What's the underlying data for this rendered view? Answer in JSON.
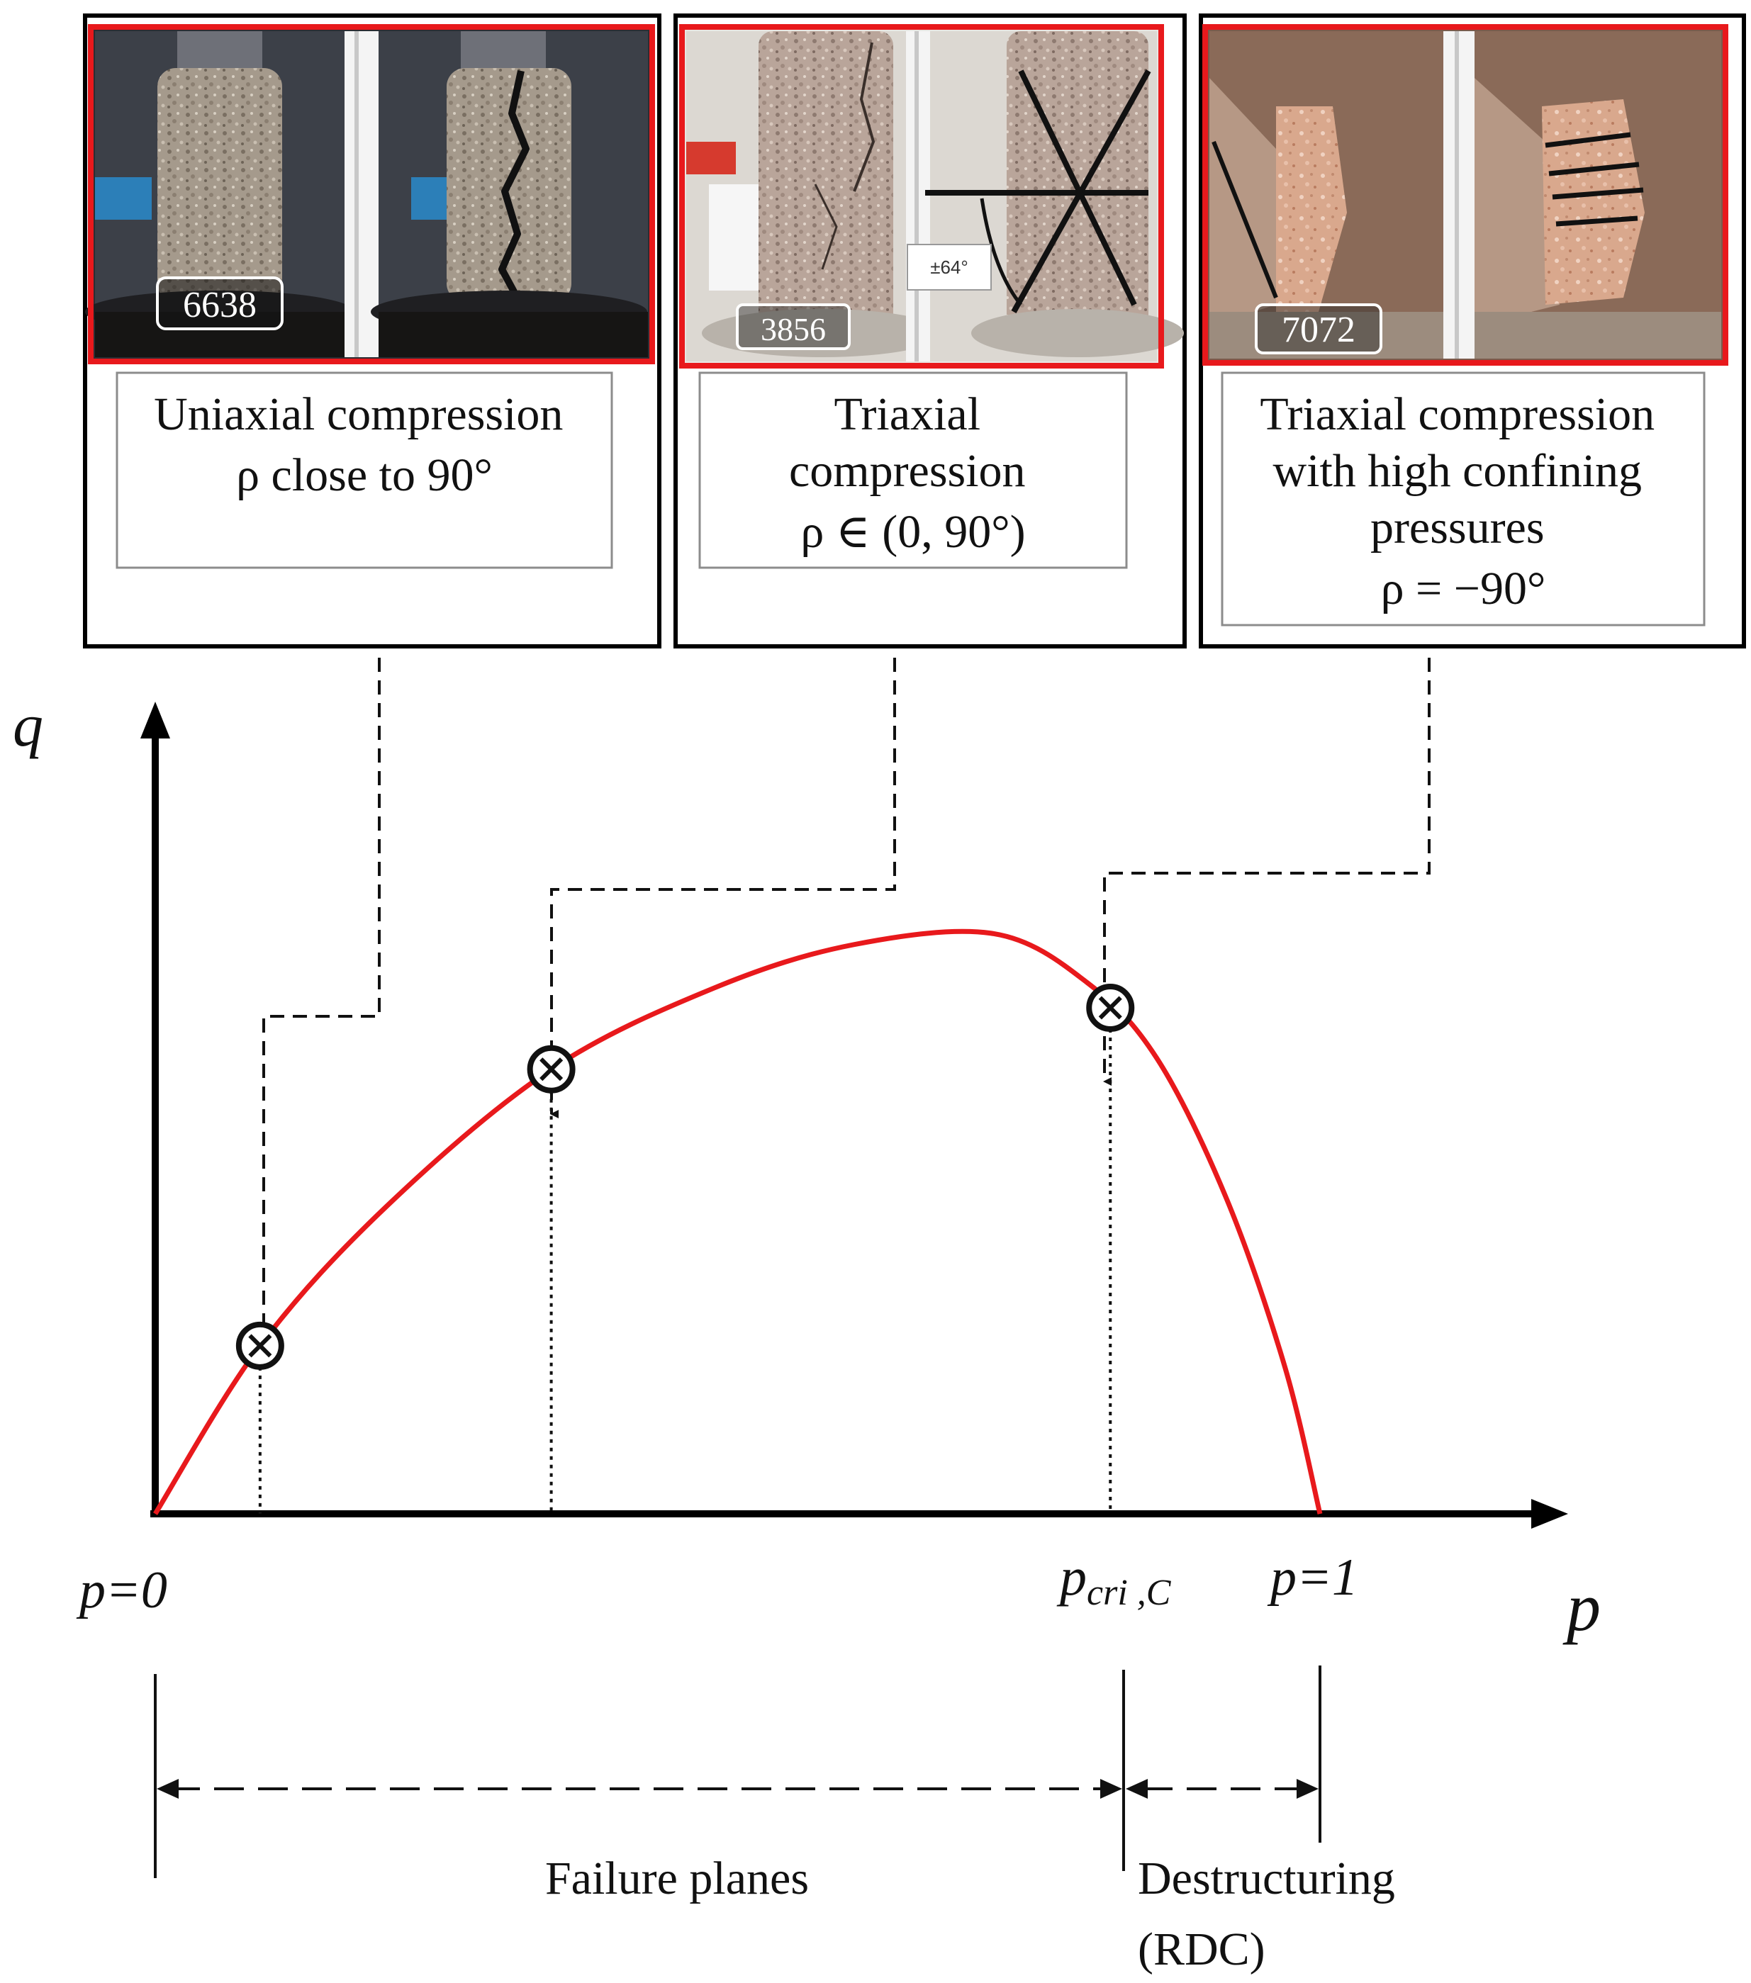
{
  "panels": [
    {
      "sample_id": "6638",
      "caption_lines": [
        "Uniaxial compression",
        "ρ  close to 90°"
      ]
    },
    {
      "sample_id": "3856",
      "angle_label": "±64°",
      "caption_lines": [
        "Triaxial",
        "compression",
        "ρ ∈ (0, 90°)"
      ]
    },
    {
      "sample_id": "7072",
      "caption_lines": [
        "Triaxial compression",
        "with high confining",
        "pressures",
        "ρ = −90°"
      ]
    }
  ],
  "axes": {
    "y_label": "q",
    "x_label": "p",
    "p0_label": "p=0",
    "p1_label": "p=1",
    "pcri_base": "p",
    "pcri_sub": "cri ,C"
  },
  "ranges": {
    "failure_label": "Failure planes",
    "destructuring_line1": "Destructuring",
    "destructuring_line2": "(RDC)"
  },
  "chart_data": {
    "type": "line",
    "x_range": [
      0,
      1
    ],
    "curve_color": "#e8191c",
    "marked_points": [
      {
        "panel": 1,
        "p": 0.09
      },
      {
        "panel": 2,
        "p": 0.34
      },
      {
        "panel": 3,
        "p": 0.82
      }
    ],
    "p_cri": 0.84
  },
  "colors": {
    "curve": "#e8191c",
    "photo_border": "#e8191c",
    "frame": "#000000"
  }
}
